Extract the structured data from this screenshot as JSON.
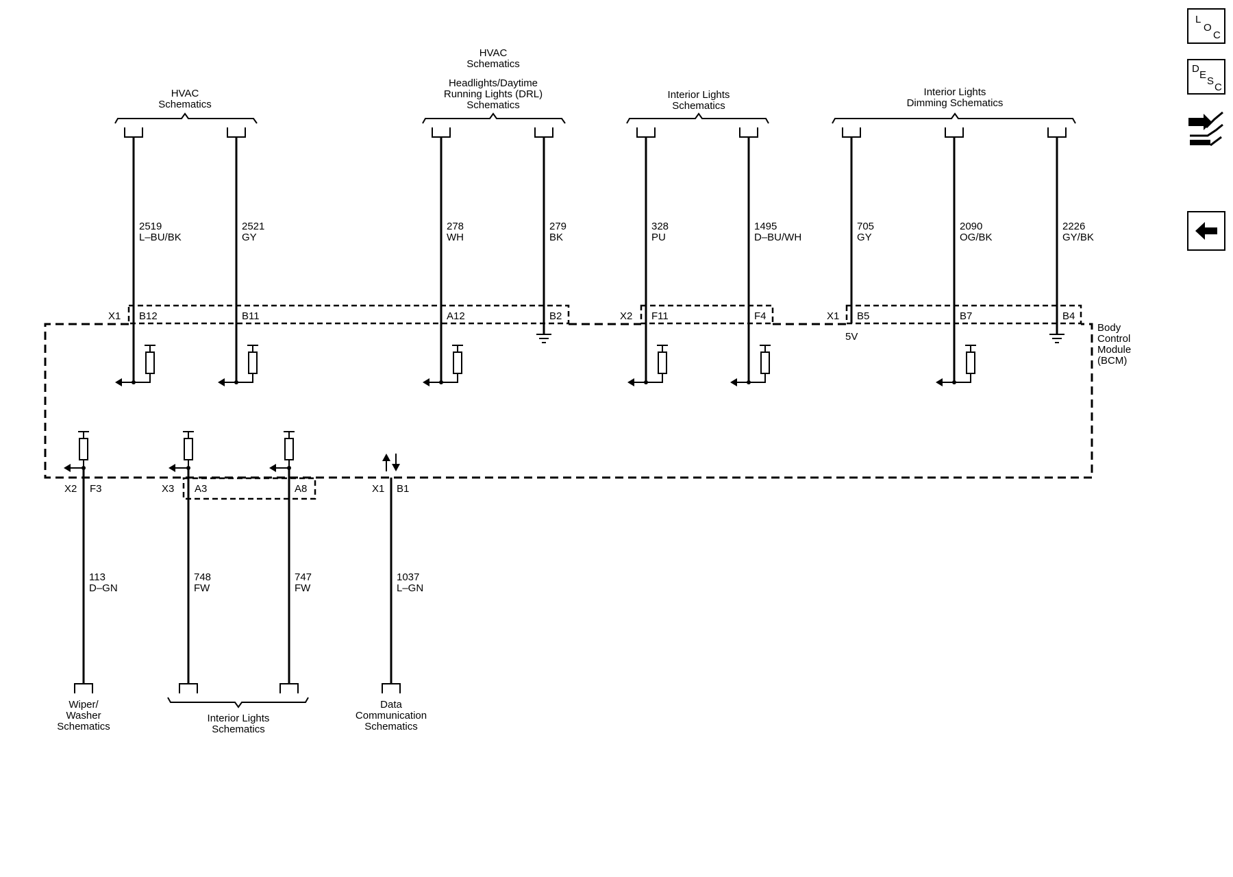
{
  "toolbar": {
    "loc": {
      "l1": "L",
      "l2": "O",
      "l3": "C"
    },
    "desc": {
      "l1": "D",
      "l2": "E",
      "l3": "S",
      "l4": "C"
    }
  },
  "top_groups": {
    "hvac_left": {
      "line1": "HVAC",
      "line2": "Schematics"
    },
    "hvac_center": {
      "line1": "HVAC",
      "line2": "Schematics"
    },
    "drl": {
      "line1": "Headlights/Daytime",
      "line2": "Running Lights (DRL)",
      "line3": "Schematics"
    },
    "interior": {
      "line1": "Interior Lights",
      "line2": "Schematics"
    },
    "dimming": {
      "line1": "Interior Lights",
      "line2": "Dimming Schematics"
    }
  },
  "top_wires": [
    {
      "circuit": "2519",
      "color": "L–BU/BK",
      "pin": "B12"
    },
    {
      "circuit": "2521",
      "color": "GY",
      "pin": "B11"
    },
    {
      "circuit": "278",
      "color": "WH",
      "pin": "A12"
    },
    {
      "circuit": "279",
      "color": "BK",
      "pin": "B2"
    },
    {
      "circuit": "328",
      "color": "PU",
      "pin": "F11"
    },
    {
      "circuit": "1495",
      "color": "D–BU/WH",
      "pin": "F4"
    },
    {
      "circuit": "705",
      "color": "GY",
      "pin": "B5"
    },
    {
      "circuit": "2090",
      "color": "OG/BK",
      "pin": "B7"
    },
    {
      "circuit": "2226",
      "color": "GY/BK",
      "pin": "B4"
    }
  ],
  "top_connectors": [
    "X1",
    "X2",
    "X1"
  ],
  "voltage_label": "5V",
  "module": {
    "line1": "Body",
    "line2": "Control",
    "line3": "Module",
    "line4": "(BCM)"
  },
  "bottom_wires": [
    {
      "circuit": "113",
      "color": "D–GN",
      "pin": "F3"
    },
    {
      "circuit": "748",
      "color": "FW",
      "pin": "A3"
    },
    {
      "circuit": "747",
      "color": "FW",
      "pin": "A8"
    },
    {
      "circuit": "1037",
      "color": "L–GN",
      "pin": "B1"
    }
  ],
  "bottom_connectors": [
    "X2",
    "X3",
    "X1"
  ],
  "bottom_groups": {
    "wiper": {
      "line1": "Wiper/",
      "line2": "Washer",
      "line3": "Schematics"
    },
    "interior": {
      "line1": "Interior Lights",
      "line2": "Schematics"
    },
    "data": {
      "line1": "Data",
      "line2": "Communication",
      "line3": "Schematics"
    }
  }
}
